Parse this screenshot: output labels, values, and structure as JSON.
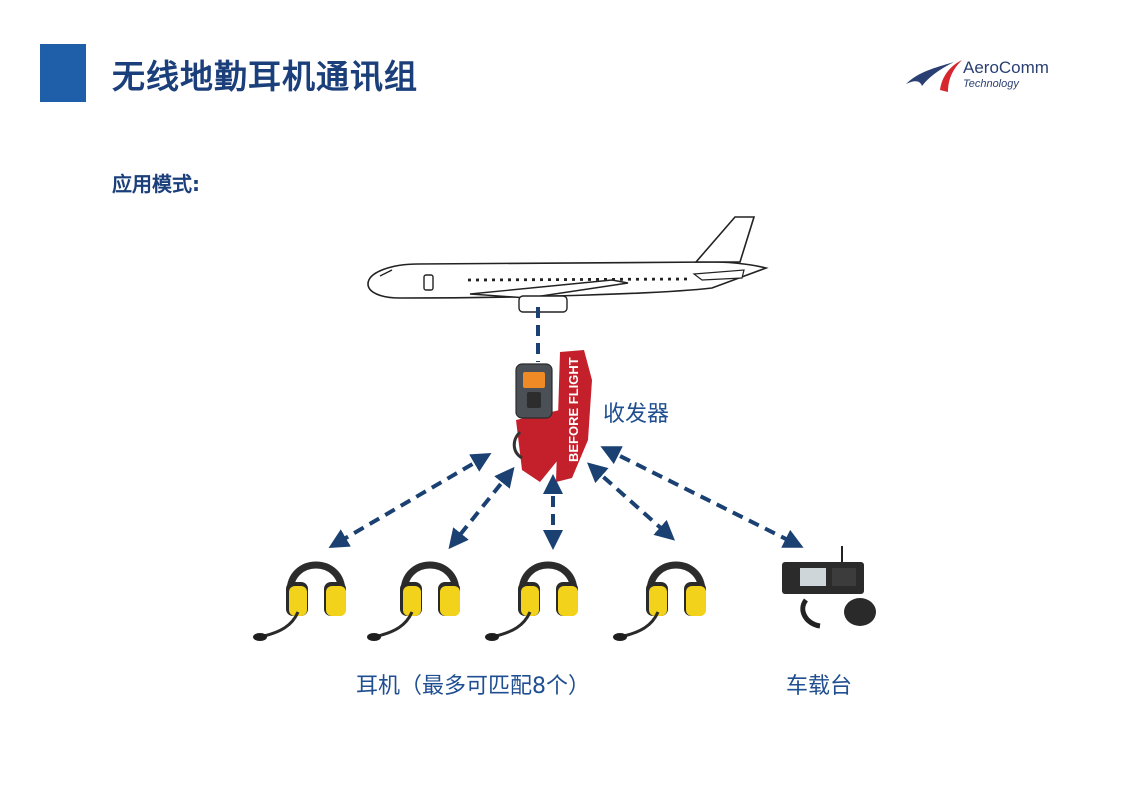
{
  "slide": {
    "title": "无线地勤耳机通讯组",
    "subtitle": "应用模式:"
  },
  "logo": {
    "name": "AeroComm",
    "tagline": "Technology"
  },
  "diagram": {
    "transceiver_label": "收发器",
    "headsets_label": "耳机（最多可匹配8个）",
    "vehicle_label": "车载台",
    "banner_text": "BEFORE FLIGHT",
    "headset_count": 4
  },
  "colors": {
    "title": "#1b3f7a",
    "accent_bar": "#1f5ea8",
    "label": "#1f4f90",
    "link_arrow": "#1a4172",
    "headset_yellow": "#f2d21b",
    "banner_red": "#c4202b"
  }
}
